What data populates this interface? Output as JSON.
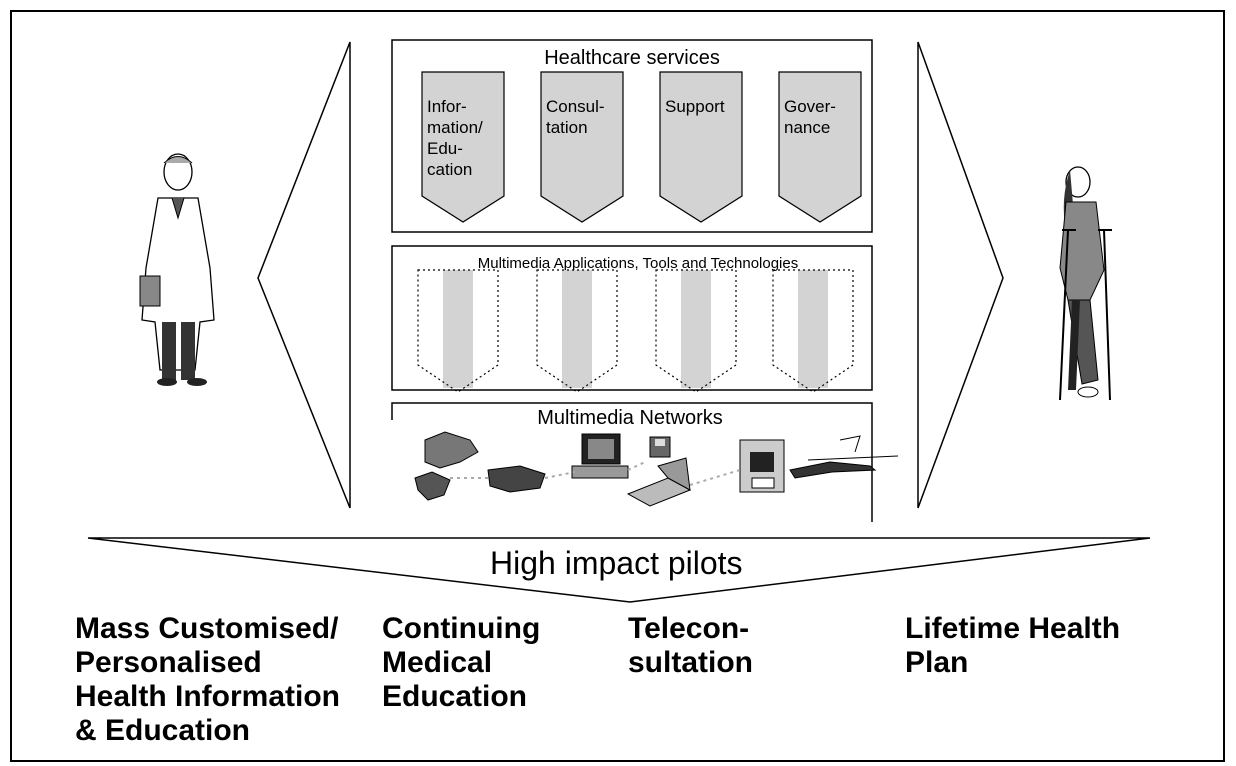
{
  "services": {
    "title": "Healthcare services",
    "items": [
      {
        "lines": [
          "Infor-",
          "mation/",
          "Edu-",
          "cation"
        ]
      },
      {
        "lines": [
          "Consul-",
          "tation"
        ]
      },
      {
        "lines": [
          "Support"
        ]
      },
      {
        "lines": [
          "Gover-",
          "nance"
        ]
      }
    ]
  },
  "applications": {
    "title": "Multimedia Applications, Tools and Technologies"
  },
  "networks": {
    "title": "Multimedia Networks"
  },
  "pilots": {
    "title": "High impact pilots",
    "items": [
      {
        "label": "Mass Customised/\nPersonalised\nHealth Information\n& Education"
      },
      {
        "label": "Continuing\nMedical\nEducation"
      },
      {
        "label": "Telecon-\nsultation"
      },
      {
        "label": "Lifetime Health\nPlan"
      }
    ]
  },
  "figures": [
    "doctor-figure",
    "patient-on-crutches-figure"
  ]
}
